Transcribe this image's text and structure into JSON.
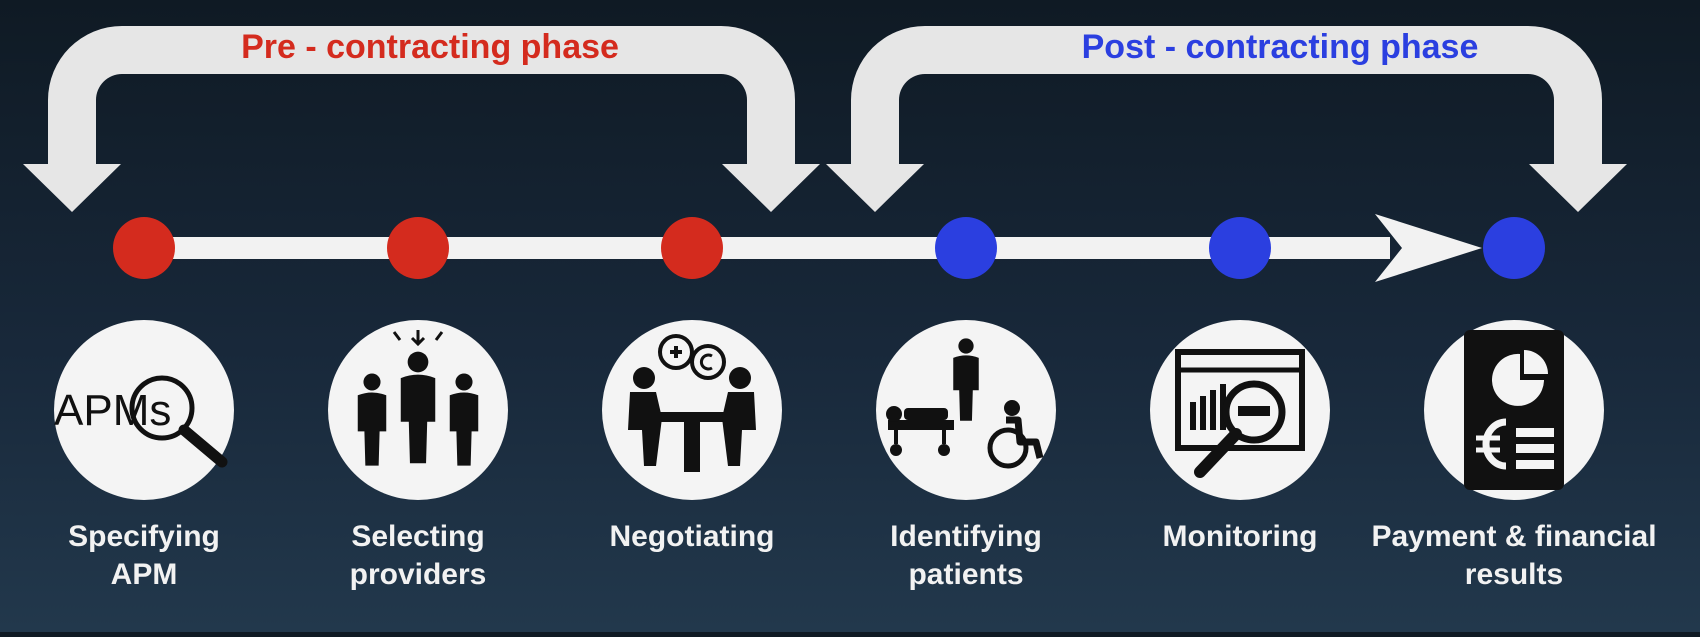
{
  "phases": [
    {
      "label": "Pre - contracting phase",
      "color": "#d42b1e"
    },
    {
      "label": "Post - contracting phase",
      "color": "#2b3fe0"
    }
  ],
  "steps": [
    {
      "line1": "Specifying",
      "line2": "APM",
      "phase": 0,
      "icon": "magnifier-apms-icon",
      "icon_text": "APMs"
    },
    {
      "line1": "Selecting",
      "line2": "providers",
      "phase": 0,
      "icon": "doctors-group-icon"
    },
    {
      "line1": "Negotiating",
      "line2": "",
      "phase": 0,
      "icon": "negotiation-table-icon"
    },
    {
      "line1": "Identifying",
      "line2": "patients",
      "phase": 1,
      "icon": "patients-icon"
    },
    {
      "line1": "Monitoring",
      "line2": "",
      "phase": 1,
      "icon": "dashboard-magnifier-icon"
    },
    {
      "line1": "Payment & financial",
      "line2": "results",
      "phase": 1,
      "icon": "financial-report-icon"
    }
  ],
  "colors": {
    "arrow": "#e6e6e6",
    "timeline": "#f2f2f2",
    "icon_circle": "#f4f4f4",
    "icon_glyph": "#111111"
  }
}
